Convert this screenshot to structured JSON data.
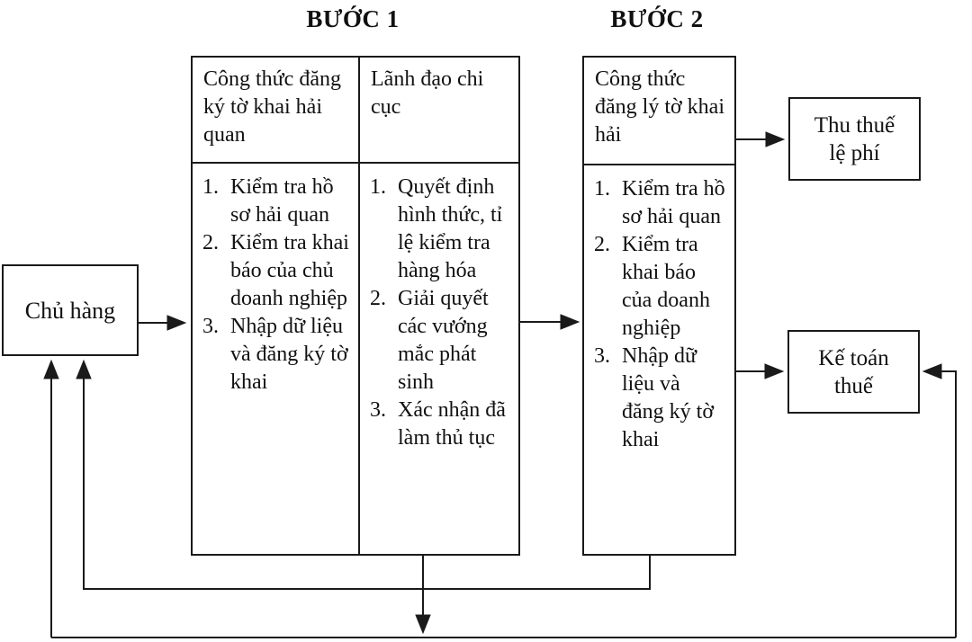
{
  "titles": {
    "step1": "BƯỚC 1",
    "step2": "BƯỚC 2"
  },
  "chu_hang": {
    "label": "Chủ hàng"
  },
  "step1_box": {
    "col1": {
      "header": "Công thức đăng ký tờ khai hải quan",
      "items": [
        {
          "num": "1.",
          "text": "Kiểm tra hồ sơ hải quan"
        },
        {
          "num": "2.",
          "text": "Kiểm tra khai báo của chủ doanh nghiệp"
        },
        {
          "num": "3.",
          "text": "Nhập dữ liệu và đăng ký tờ khai"
        }
      ]
    },
    "col2": {
      "header": "Lãnh đạo chi cục",
      "items": [
        {
          "num": "1.",
          "text": "Quyết định hình thức, tỉ lệ kiểm tra hàng hóa"
        },
        {
          "num": "2.",
          "text": "Giải quyết các vướng mắc phát sinh"
        },
        {
          "num": "3.",
          "text": "Xác nhận đã làm thủ tục"
        }
      ]
    }
  },
  "step2_box": {
    "header": "Công thức đăng lý tờ khai hải",
    "items": [
      {
        "num": "1.",
        "text": "Kiểm tra hồ sơ hải quan"
      },
      {
        "num": "2.",
        "text": "Kiểm tra khai báo của doanh nghiệp"
      },
      {
        "num": "3.",
        "text": "Nhập dữ liệu và đăng ký tờ khai"
      }
    ]
  },
  "thu_thue": {
    "label": "Thu thuế lệ phí"
  },
  "ke_toan": {
    "label": "Kế toán thuế"
  },
  "colors": {
    "line": "#1a1a1a",
    "background": "#ffffff",
    "text": "#111111"
  }
}
